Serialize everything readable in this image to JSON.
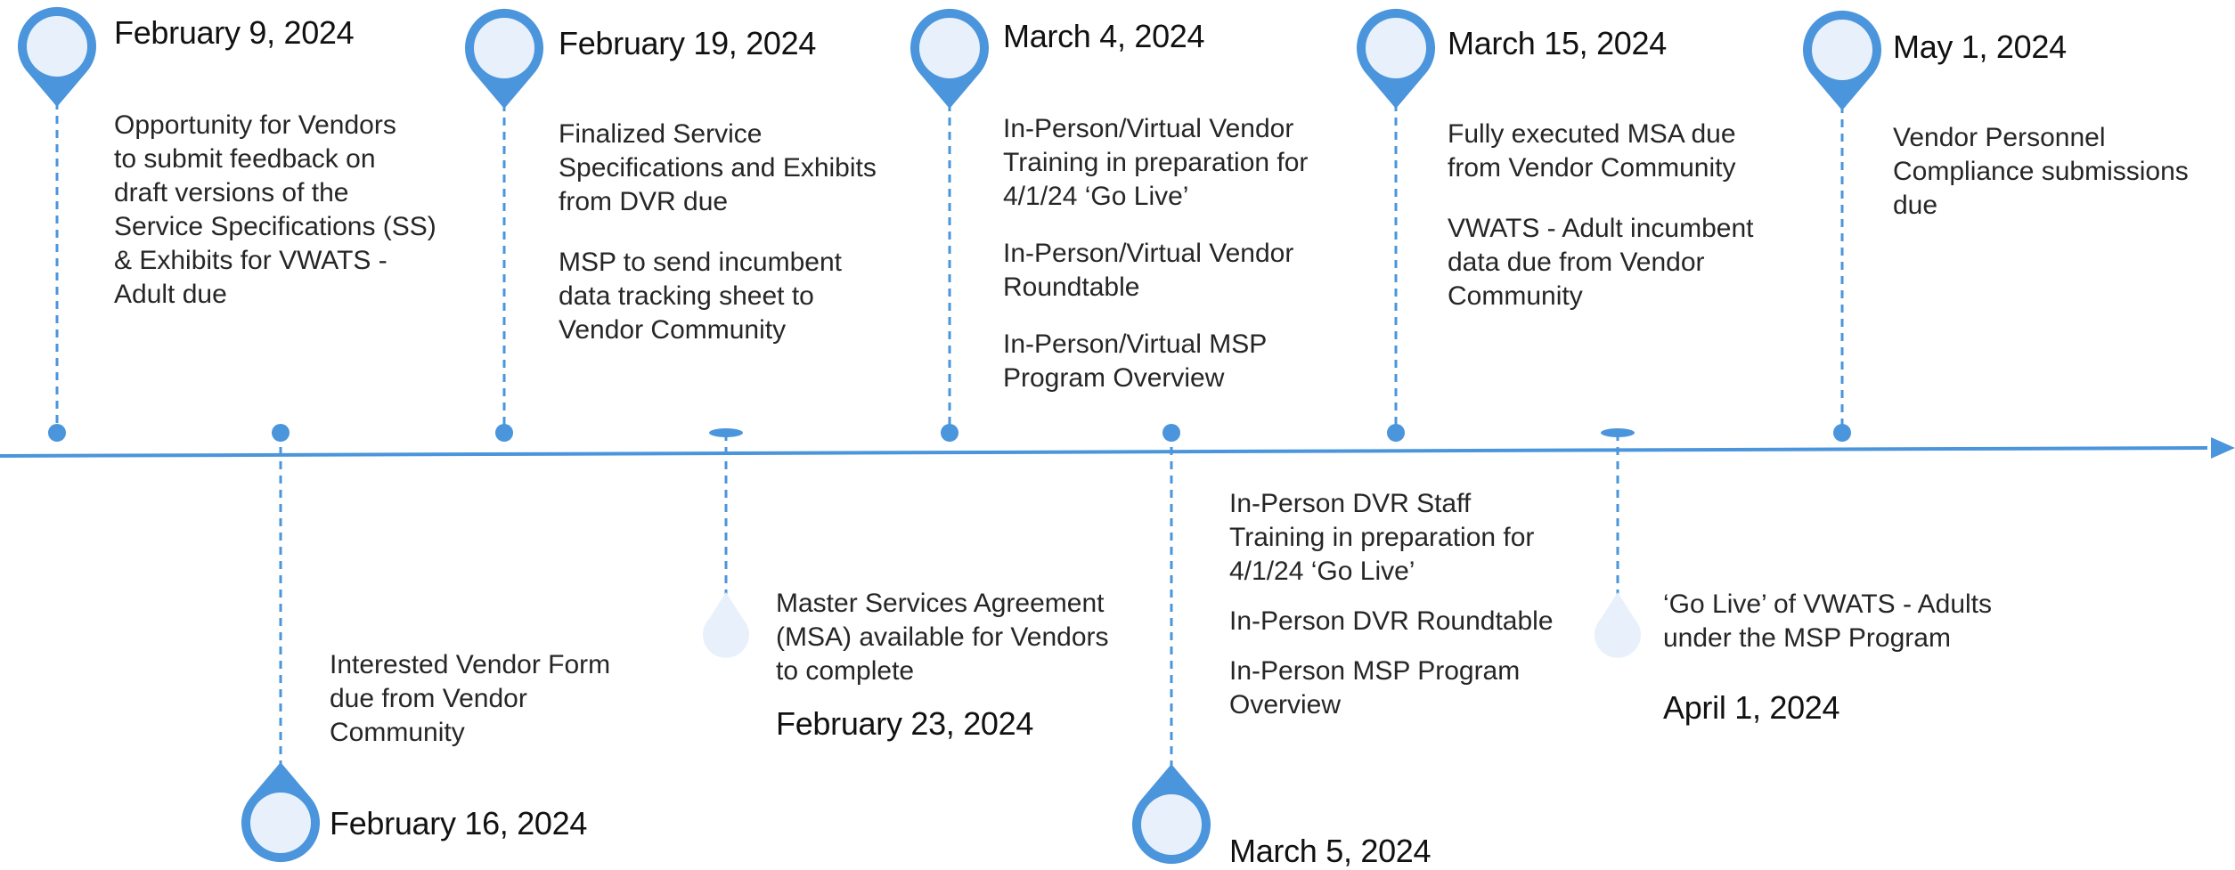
{
  "colors": {
    "accent": "#4A95DB",
    "pin_fill": "#E8F1FB",
    "ghost_fill": "#E8F1FB",
    "text": "#262626"
  },
  "events": [
    {
      "id": "feb9",
      "date": "February 9, 2024",
      "position": "top",
      "marker": "pin",
      "items": [
        "Opportunity for Vendors\nto submit feedback on\ndraft versions of the\nService Specifications (SS)\n& Exhibits for VWATS -\nAdult due"
      ]
    },
    {
      "id": "feb16",
      "date": "February 16, 2024",
      "position": "bottom",
      "marker": "pin",
      "items": [
        "Interested Vendor Form\ndue from Vendor\nCommunity"
      ]
    },
    {
      "id": "feb19",
      "date": "February 19, 2024",
      "position": "top",
      "marker": "pin",
      "items": [
        "Finalized Service\nSpecifications and Exhibits\nfrom DVR due",
        "MSP to send incumbent\ndata tracking sheet to\nVendor Community"
      ]
    },
    {
      "id": "feb23",
      "date": "February 23, 2024",
      "position": "bottom",
      "marker": "drop",
      "items": [
        "Master Services Agreement\n(MSA) available for Vendors\nto complete"
      ]
    },
    {
      "id": "mar4",
      "date": "March 4, 2024",
      "position": "top",
      "marker": "pin",
      "items": [
        "In-Person/Virtual Vendor\nTraining in preparation for\n4/1/24 ‘Go Live’",
        "In-Person/Virtual Vendor\nRoundtable",
        "In-Person/Virtual MSP\nProgram Overview"
      ]
    },
    {
      "id": "mar5",
      "date": "March 5, 2024",
      "position": "bottom",
      "marker": "pin",
      "items": [
        "In-Person DVR Staff\nTraining in preparation for\n4/1/24 ‘Go Live’",
        "In-Person DVR Roundtable",
        "In-Person MSP Program\nOverview"
      ]
    },
    {
      "id": "mar15",
      "date": "March 15, 2024",
      "position": "top",
      "marker": "pin",
      "items": [
        "Fully executed MSA due\nfrom Vendor Community",
        "VWATS - Adult incumbent\ndata due from Vendor\nCommunity"
      ]
    },
    {
      "id": "apr1",
      "date": "April 1, 2024",
      "position": "bottom",
      "marker": "drop",
      "items": [
        "‘Go Live’ of VWATS - Adults\nunder the MSP Program"
      ]
    },
    {
      "id": "may1",
      "date": "May 1, 2024",
      "position": "top",
      "marker": "pin",
      "items": [
        "Vendor Personnel\nCompliance  submissions\ndue"
      ]
    }
  ]
}
